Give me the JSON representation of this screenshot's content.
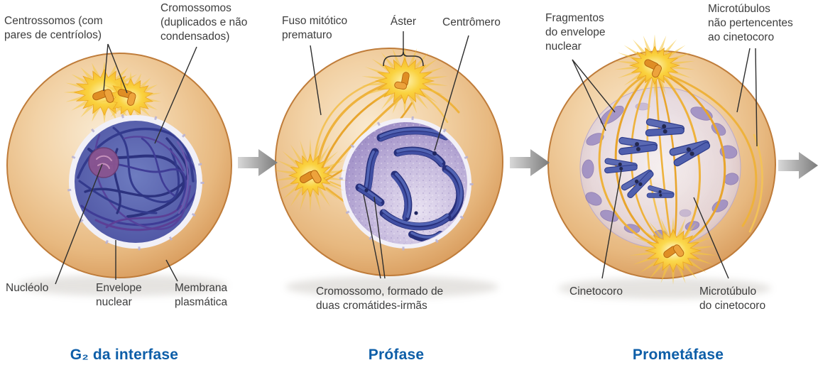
{
  "figure": {
    "background": "#ffffff",
    "title_color": "#0d5ea8",
    "label_color": "#3d3d3d",
    "cell_color": "#e7b87f",
    "spindle_color": "#eeb23c",
    "arrow_color": "#8a8a8a"
  },
  "panels": [
    {
      "title": "G₂ da interfase",
      "labels": {
        "centrosomes": "Centrossomos (com\npares de centríolos)",
        "chromosomes": "Cromossomos\n(duplicados e não\ncondensados)",
        "nucleolus": "Nucléolo",
        "nuclear_envelope": "Envelope\nnuclear",
        "plasma_membrane": "Membrana\nplasmática"
      }
    },
    {
      "title": "Prófase",
      "labels": {
        "early_spindle": "Fuso mitótico\nprematuro",
        "aster": "Áster",
        "centromere": "Centrômero",
        "chromosome": "Cromossomo, formado de\nduas cromátides-irmãs"
      }
    },
    {
      "title": "Prometáfase",
      "labels": {
        "envelope_fragments": "Fragmentos\ndo envelope\nnuclear",
        "nonkinetochore_microtubules": "Microtúbulos\nnão pertencentes\nao cinetocoro",
        "kinetochore": "Cinetocoro",
        "kinetochore_microtubule": "Microtúbulo\ndo cinetocoro"
      }
    }
  ]
}
